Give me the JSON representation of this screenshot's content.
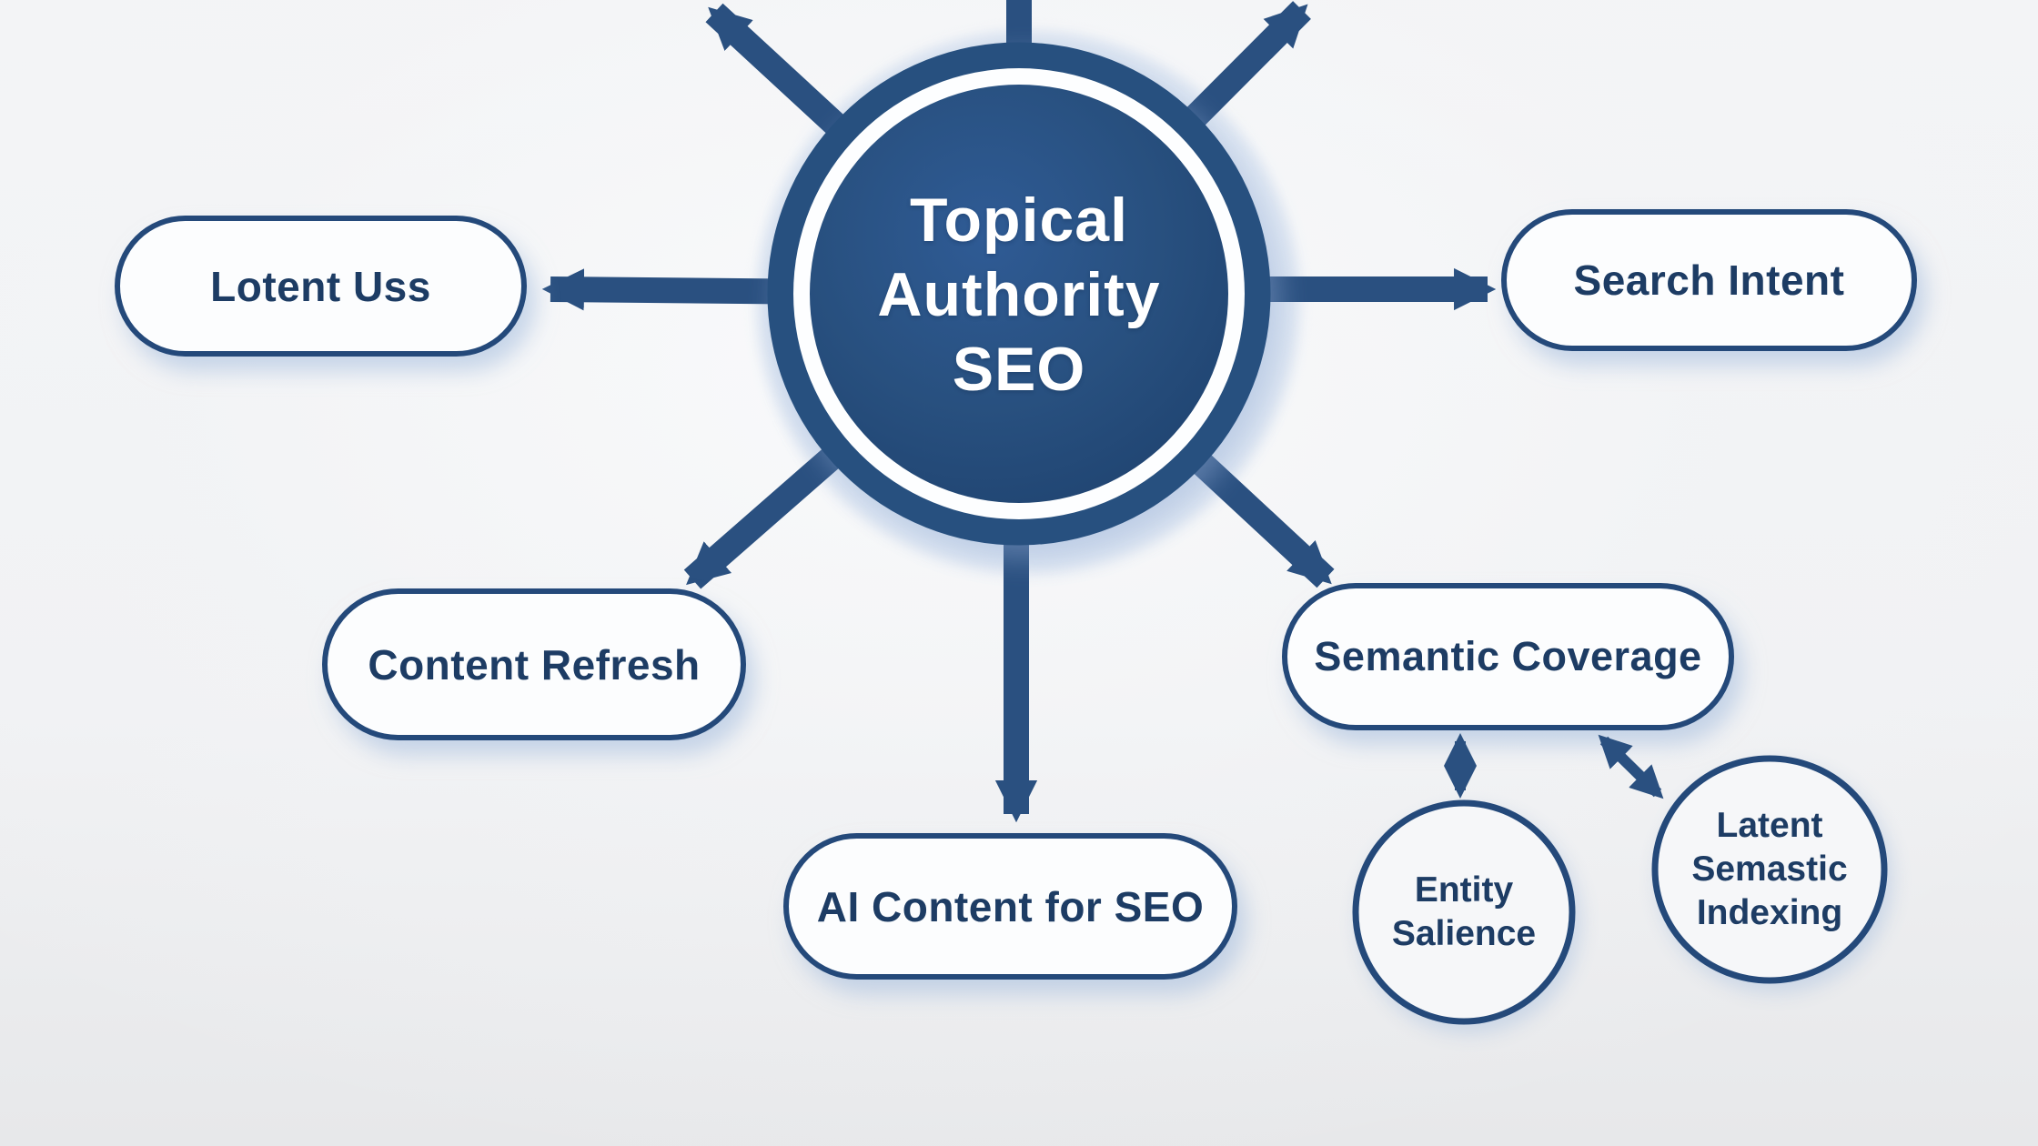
{
  "diagram_title": "Topical Authority SEO mind map",
  "center": {
    "lines": [
      "Topical",
      "Authority",
      "SEO"
    ]
  },
  "nodes": {
    "latent_use": {
      "label": "Lotent Uss",
      "shape": "pill"
    },
    "search_intent": {
      "label": "Search Intent",
      "shape": "pill"
    },
    "content_refresh": {
      "label": "Content Refresh",
      "shape": "pill"
    },
    "ai_content": {
      "label": "AI Content for SEO",
      "shape": "pill"
    },
    "semantic_coverage": {
      "label": "Semantic Coverage",
      "shape": "pill"
    },
    "entity_salience": {
      "lines": [
        "Entity",
        "Salience"
      ],
      "shape": "circle"
    },
    "latent_semantic_indexing": {
      "lines": [
        "Latent",
        "Semastic",
        "Indexing"
      ],
      "shape": "circle"
    }
  },
  "connections": [
    {
      "from": "center",
      "to": "latent_use",
      "style": "arrow"
    },
    {
      "from": "center",
      "to": "search_intent",
      "style": "arrow"
    },
    {
      "from": "center",
      "to": "content_refresh",
      "style": "arrow"
    },
    {
      "from": "center",
      "to": "ai_content",
      "style": "arrow"
    },
    {
      "from": "center",
      "to": "semantic_coverage",
      "style": "arrow"
    },
    {
      "from": "center",
      "to": "offscreen-top-left",
      "style": "arrow"
    },
    {
      "from": "center",
      "to": "offscreen-top",
      "style": "arrow-cut"
    },
    {
      "from": "center",
      "to": "offscreen-top-right",
      "style": "arrow"
    },
    {
      "from": "semantic_coverage",
      "to": "entity_salience",
      "style": "double-arrow"
    },
    {
      "from": "semantic_coverage",
      "to": "latent_semantic_indexing",
      "style": "double-arrow"
    }
  ],
  "colors": {
    "navy_arrow": "#2a5080",
    "navy_border": "#24497a",
    "navy_text": "#1d3c64",
    "disc_fill_light": "#2f5b95",
    "disc_fill_dark": "#1f4370",
    "halo_blue": "#d9e3f1",
    "node_fill": "#fcfdfe",
    "background_top": "#f3f4f6",
    "background_bottom": "#e7e8ea",
    "center_text": "#ffffff"
  }
}
